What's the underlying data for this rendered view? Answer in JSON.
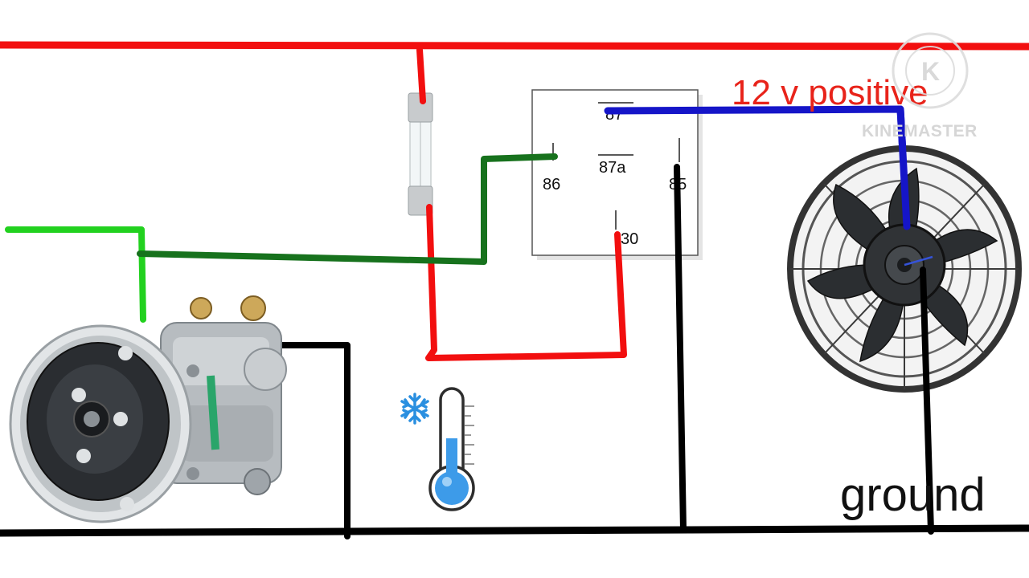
{
  "labels": {
    "positive": "12 v positive",
    "ground": "ground"
  },
  "relay": {
    "pins": {
      "p87": "87",
      "p87a": "87a",
      "p86": "86",
      "p85": "85",
      "p30": "30"
    }
  },
  "watermark": {
    "text": "KINEMASTER",
    "logo_letter": "K"
  },
  "colors": {
    "positive_wire": "#f20f0f",
    "ground_wire": "#000000",
    "signal_wire": "#17721d",
    "switch_wire": "#22d11f",
    "fan_wire": "#1515c8",
    "label_red": "#e8231a",
    "thermometer_fluid": "#3d9be9",
    "snowflake": "#2a8fe0"
  },
  "icons": {
    "compressor": "ac-compressor-icon",
    "fan": "radiator-fan-icon",
    "fuse": "fuse-icon",
    "relay": "relay-icon",
    "thermometer": "thermometer-icon",
    "snowflake": "snowflake-icon"
  }
}
